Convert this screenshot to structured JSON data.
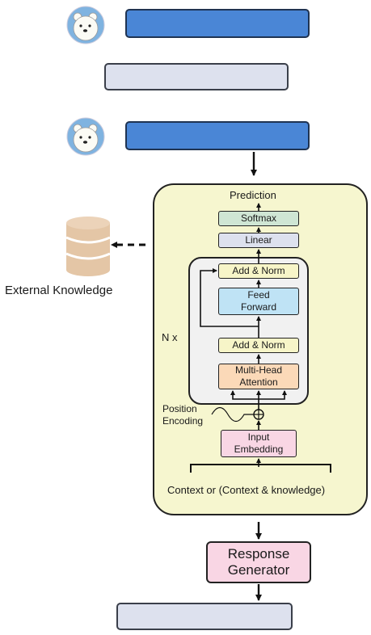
{
  "rows": {
    "top": {
      "avatar_icon": "polar-bear-icon"
    },
    "middle": {},
    "third": {
      "avatar_icon": "polar-bear-icon"
    }
  },
  "knowledge": {
    "icon": "database-icon",
    "label": "External Knowledge"
  },
  "transformer": {
    "prediction": "Prediction",
    "softmax": "Softmax",
    "linear": "Linear",
    "add_norm_top": "Add & Norm",
    "feed_forward": "Feed\nForward",
    "add_norm_bottom": "Add & Norm",
    "attention": "Multi-Head\nAttention",
    "repeat": "N x",
    "position_encoding": "Position\nEncoding",
    "input_embedding": "Input\nEmbedding",
    "context": "Context or (Context & knowledge)"
  },
  "response_generator": "Response\nGenerator",
  "colors": {
    "bar_blue": "#4a86d6",
    "bar_gray": "#dde1ee",
    "panel": "#f6f6cf",
    "softmax": "#cfe6d4",
    "linear": "#dde1ee",
    "add_norm": "#f7f5c8",
    "feed_forward": "#bfe3f5",
    "attention": "#fbd9b8",
    "embedding": "#f9d6e4"
  }
}
